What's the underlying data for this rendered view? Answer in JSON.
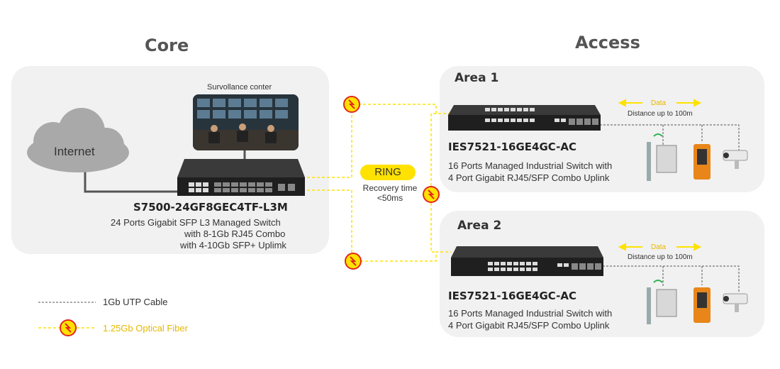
{
  "titles": {
    "core": "Core",
    "access": "Access"
  },
  "core": {
    "cloud_label": "Internet",
    "surveillance_caption": "Survollance conter",
    "switch_model": "S7500-24GF8GEC4TF-L3M",
    "switch_desc": [
      "24 Ports Gigabit SFP L3 Managed Switch",
      "with 8-1Gb RJ45 Combo",
      "with 4-10Gb SFP+ Uplimk"
    ]
  },
  "ring": {
    "label": "RING",
    "recovery_line1": "Recovery time",
    "recovery_line2": "<50ms"
  },
  "areas": [
    {
      "title": "Area 1",
      "model": "IES7521-16GE4GC-AC",
      "desc": [
        "16 Ports Managed Industrial Switch with",
        "4 Port Gigabit RJ45/SFP Combo Uplink"
      ],
      "data_label": "Data",
      "distance": "Distance up to 100m"
    },
    {
      "title": "Area 2",
      "model": "IES7521-16GE4GC-AC",
      "desc": [
        "16 Ports Managed Industrial Switch with",
        "4 Port Gigabit RJ45/SFP Combo Uplink"
      ],
      "data_label": "Data",
      "distance": "Distance up to 100m"
    }
  ],
  "legend": {
    "utp": "1Gb UTP Cable",
    "fiber": "1.25Gb Optical Fiber"
  },
  "colors": {
    "panel": "#f1f1f1",
    "fiber": "#ffe200",
    "fiber_icon": "#e3261b",
    "legend_fiber_text": "#e6b800",
    "switch": "#2c2c2c"
  },
  "icons": [
    "cloud-icon",
    "fiber-link-icon",
    "wireless-ap-icon",
    "emergency-phone-icon",
    "cctv-camera-icon",
    "surveillance-center-photo"
  ]
}
